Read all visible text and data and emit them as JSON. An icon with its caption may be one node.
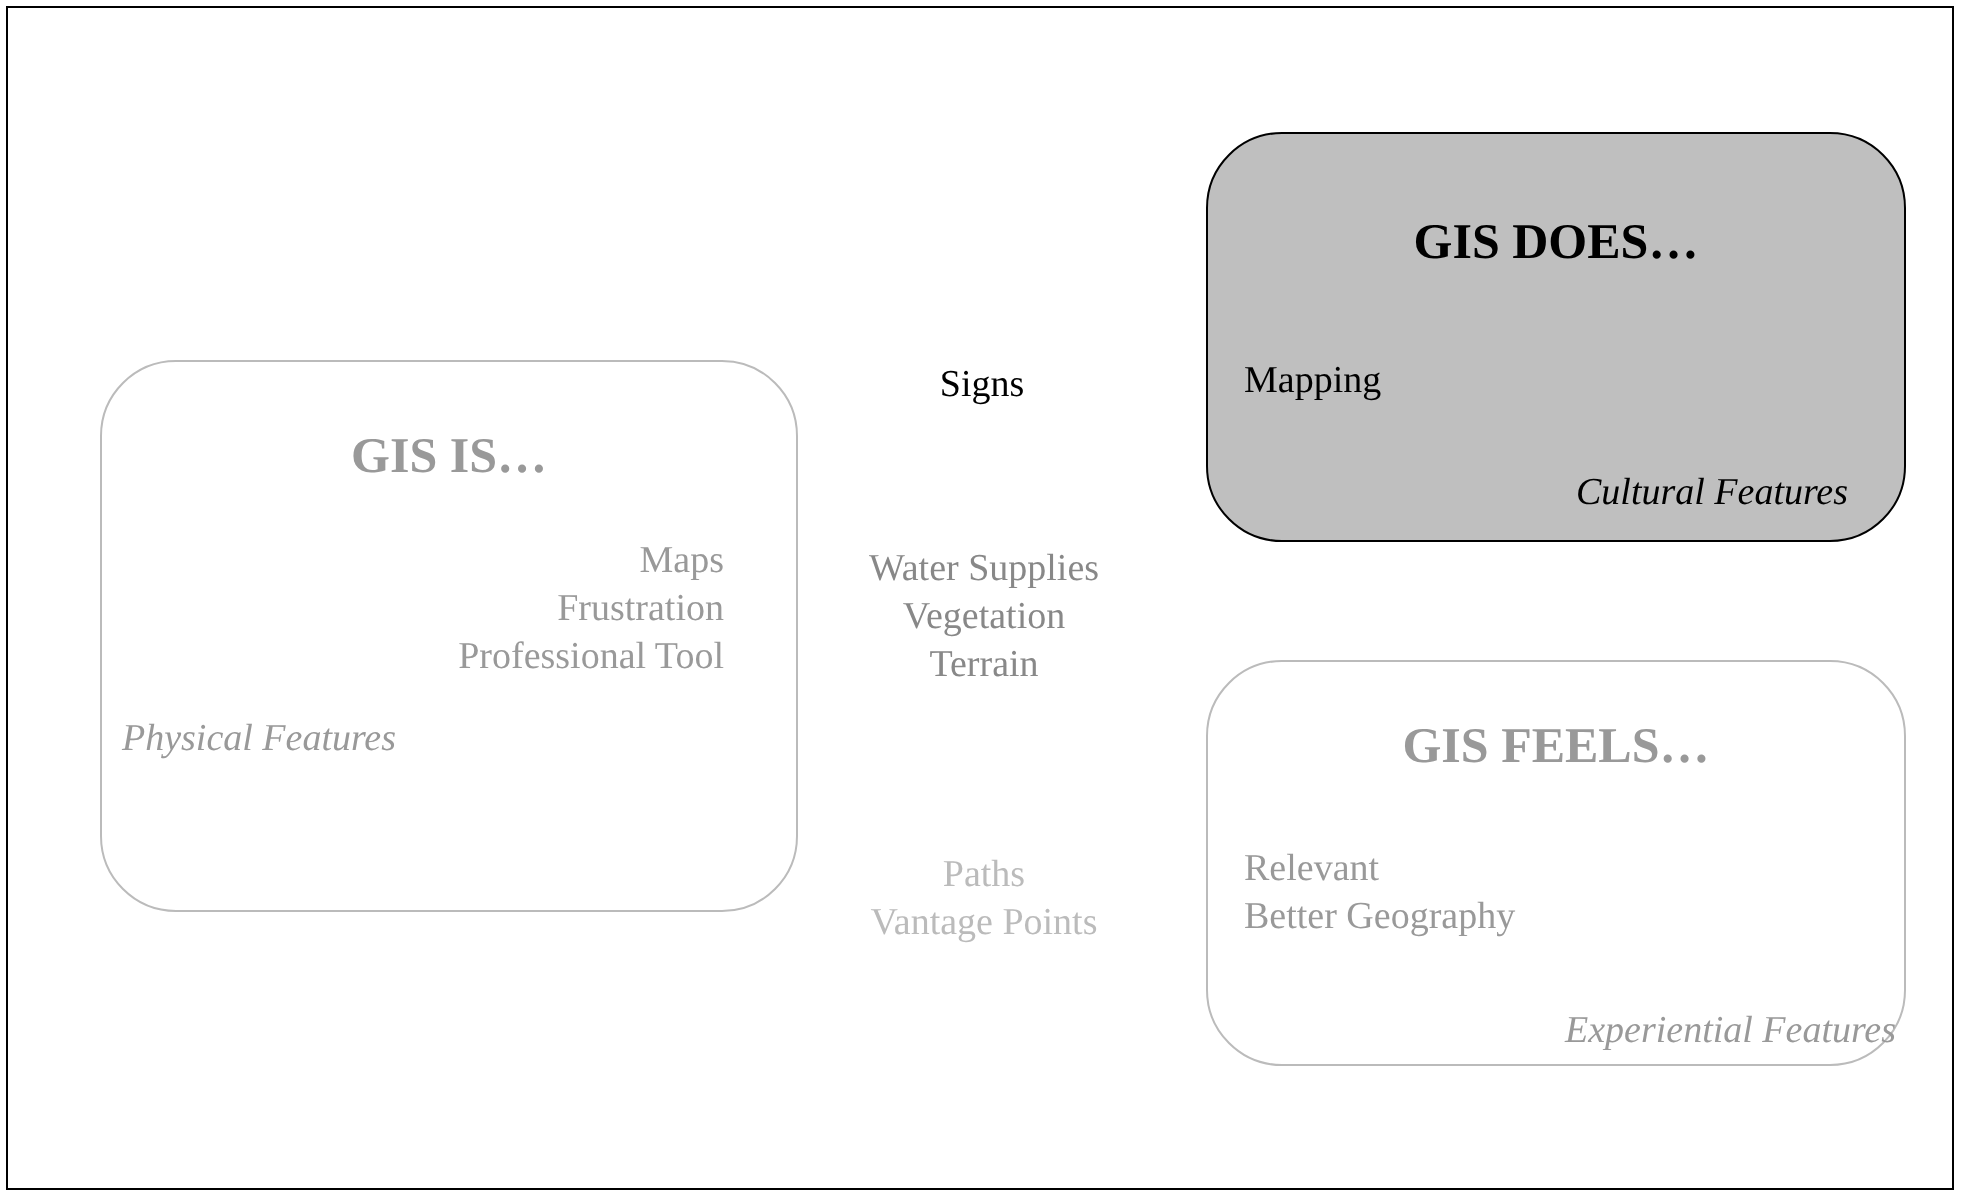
{
  "diagram": {
    "nodes": [
      {
        "text": [
          "GIS IS…",
          "Maps",
          "Frustration",
          "Professional Tool",
          "Physical Features"
        ]
      },
      {
        "text": [
          "GIS DOES…",
          "Mapping",
          "Cultural Features"
        ]
      },
      {
        "text": [
          "GIS FEELS…",
          "Relevant",
          "Better Geography",
          "Experiential Features"
        ]
      }
    ],
    "labels": [
      "Signs",
      "Water Supplies",
      "Vegetation",
      "Terrain",
      "Paths",
      "Vantage Points"
    ]
  }
}
